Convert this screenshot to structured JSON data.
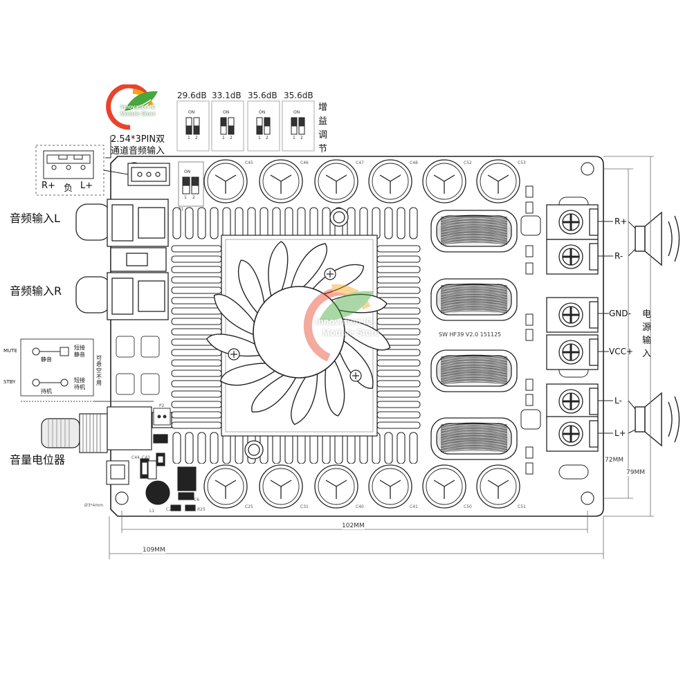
{
  "brand": {
    "line1": "Innovation IC",
    "line2": "Module Store"
  },
  "gain": {
    "options": [
      "29.6dB",
      "33.1dB",
      "35.6dB",
      "35.6dB"
    ],
    "switch_on": "ON",
    "switch_pins": [
      "1",
      "2"
    ],
    "side_label": [
      "增",
      "益",
      "调",
      "节"
    ]
  },
  "input_header": {
    "title_line1": "2.54*3PIN双",
    "title_line2": "通道音频输入",
    "pins": [
      "R+",
      "负",
      "L+"
    ]
  },
  "left_labels": {
    "audio_in_l": "音频输入L",
    "audio_in_r": "音频输入R",
    "volume_pot": "音量电位器"
  },
  "mute_standby": {
    "mute": "MUTE",
    "stby": "STBY",
    "mute_inner": "静音",
    "stby_inner": "待机",
    "mute_short": [
      "短接",
      "静音"
    ],
    "stby_short": [
      "短接",
      "待机"
    ],
    "note": [
      "可",
      "悬",
      "空",
      "不",
      "用"
    ]
  },
  "terminals": {
    "r_plus": "R+",
    "r_minus": "R-",
    "gnd": "GND-",
    "vcc": "VCC+",
    "l_minus": "L-",
    "l_plus": "L+",
    "power_label": [
      "电",
      "源",
      "输",
      "入"
    ]
  },
  "board": {
    "marking": "SW HF39 V2.0 151125",
    "cap_top": [
      "C45",
      "C46",
      "C47",
      "C48",
      "C52",
      "C53"
    ],
    "cap_bottom": [
      "C25",
      "C31",
      "C40",
      "C41",
      "C50",
      "C51"
    ],
    "p1": "P1",
    "p2": "P2",
    "l1": "L1",
    "hole_note": "Ø3*4mm",
    "smd_small": [
      "C44",
      "C43",
      "C2",
      "C6",
      "R25"
    ]
  },
  "dimensions": {
    "width_inner": "102MM",
    "width_outer": "109MM",
    "height_inner": "72MM",
    "height_outer": "79MM"
  }
}
